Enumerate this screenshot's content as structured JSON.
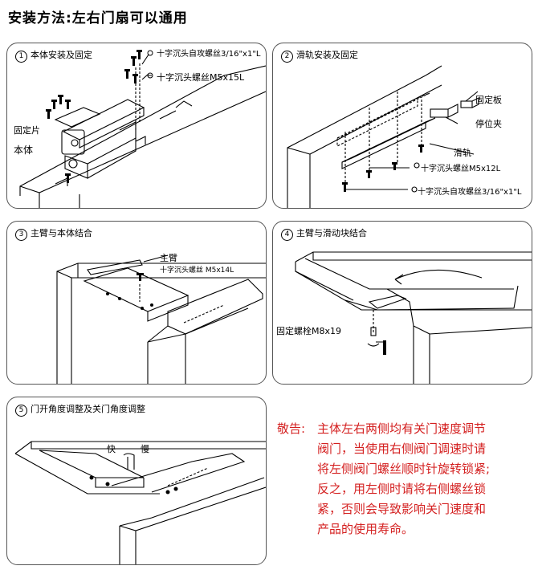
{
  "title": "安装方法:左右门扇可以通用",
  "panels": {
    "p1": {
      "num": "1",
      "title": "本体安装及固定",
      "labels": {
        "screw_self_tap": "十字沉头自攻螺丝3/16\"x1\"L",
        "screw_m5x15": "十字沉头螺丝M5x15L",
        "fixing_piece": "固定片",
        "body": "本体"
      }
    },
    "p2": {
      "num": "2",
      "title": "滑轨安装及固定",
      "labels": {
        "fixing_plate": "固定板",
        "stop_clip": "停位夹",
        "slide_rail": "滑轨",
        "screw_m5x12": "十字沉头螺丝M5x12L",
        "screw_self_tap": "十字沉头自攻螺丝3/16\"x1\"L"
      }
    },
    "p3": {
      "num": "3",
      "title": "主臂与本体结合",
      "labels": {
        "main_arm": "主臂",
        "screw_m5x14": "十字沉头螺丝 M5x14L"
      }
    },
    "p4": {
      "num": "4",
      "title": "主臂与滑动块结合",
      "labels": {
        "bolt": "固定螺栓M8x19"
      }
    },
    "p5": {
      "num": "5",
      "title": "门开角度调整及关门角度调整",
      "labels": {
        "fast": "快",
        "slow": "慢"
      }
    }
  },
  "warning": {
    "head": "敬告:",
    "lines": [
      "主体左右两侧均有关门速度调节",
      "阀门，当使用右侧阀门调速时请",
      "将左侧阀门螺丝顺时针旋转锁紧;",
      "反之，用左侧时请将右侧螺丝锁",
      "紧，否则会导致影响关门速度和",
      "产品的使用寿命。"
    ]
  }
}
